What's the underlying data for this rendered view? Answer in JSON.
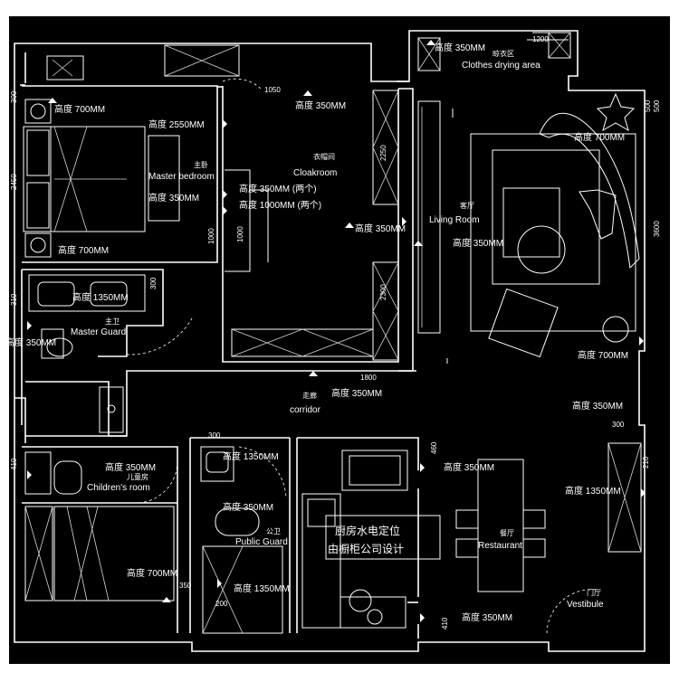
{
  "rooms": {
    "master_bedroom": {
      "cn": "主卧",
      "en": "Master bedroom"
    },
    "cloakroom": {
      "cn": "衣帽间",
      "en": "Cloakroom"
    },
    "living_room": {
      "cn": "客厅",
      "en": "Living Room"
    },
    "clothes_drying": {
      "cn": "晾衣区",
      "en": "Clothes drying area"
    },
    "master_guard": {
      "cn": "主卫",
      "en": "Master Guard"
    },
    "corridor": {
      "cn": "走廊",
      "en": "corridor"
    },
    "childrens_room": {
      "cn": "儿童房",
      "en": "Children's room"
    },
    "public_guard": {
      "cn": "公卫",
      "en": "Public Guard"
    },
    "restaurant": {
      "cn": "餐厅",
      "en": "Restaurant"
    },
    "vestibule": {
      "cn": "门厅",
      "en": "Vestibule"
    }
  },
  "kitchen_note": {
    "line1": "厨房水电定位",
    "line2": "由橱柜公司设计"
  },
  "heights": {
    "h_drying": "高度 350MM",
    "h_mb_top": "高度 700MM",
    "h_mb_mid": "高度 2550MM",
    "h_mb_bed": "高度 350MM",
    "h_mb_bottom": "高度 700MM",
    "h_cloak_top": "高度 350MM",
    "h_cloak_a": "高度 350MM (两个)",
    "h_cloak_b": "高度 1000MM (两个)",
    "h_cloak_c": "高度 350MM",
    "h_living_sofa": "高度 700MM",
    "h_living_mid": "高度 350MM",
    "h_living_bottom": "高度 700MM",
    "h_mg_sink": "高度 1350MM",
    "h_mg_wc": "高度 350MM",
    "h_corridor": "高度 350MM",
    "h_vest_top": "高度 350MM",
    "h_cr_top": "高度 350MM",
    "h_cr_bottom": "高度 700MM",
    "h_pg_top": "高度 1350MM",
    "h_pg_wc": "高度 350MM",
    "h_pg_bottom": "高度 1350MM",
    "h_rest_top": "高度 350MM",
    "h_vest_cab": "高度 1350MM",
    "h_kitchen_bottom": "高度 350MM"
  },
  "dimensions": {
    "d_1200": "1200",
    "d_500_a": "500",
    "d_1050": "1050",
    "d_300_mb": "300",
    "d_2450": "2450",
    "d_1000_a": "1000",
    "d_1000_b": "1000",
    "d_2250": "2250",
    "d_2300": "2300",
    "d_1800": "1800",
    "d_3600": "3600",
    "d_500_b": "500",
    "d_310": "310",
    "d_300_mg": "300",
    "d_410": "410",
    "d_300_pg": "300",
    "d_350": "350",
    "d_200": "200",
    "d_460": "460",
    "d_300_v": "300",
    "d_210": "210",
    "d_410_k": "410"
  },
  "colors": {
    "background": "#000000",
    "lines": "#ffffff"
  }
}
